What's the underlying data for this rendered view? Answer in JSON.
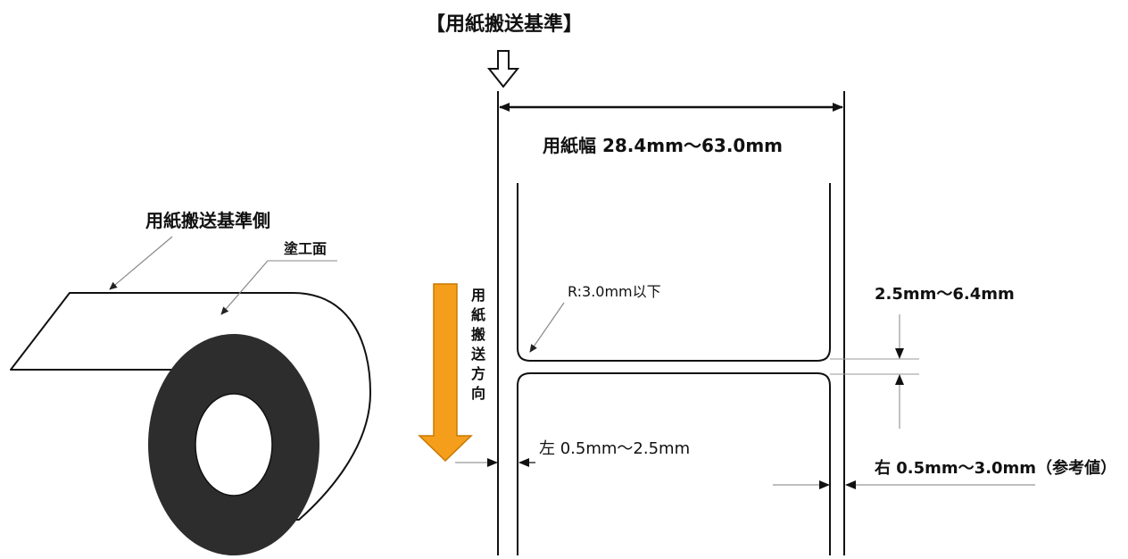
{
  "header": {
    "title": "【用紙搬送基準】"
  },
  "labels": {
    "paper_width": "用紙幅  28.4mm～63.0mm",
    "feed_reference_side": "用紙搬送基準側",
    "coated_surface": "塗工面",
    "corner_radius": "R:3.0mm以下",
    "gap": "2.5mm～6.4mm",
    "left_margin": "左  0.5mm～2.5mm",
    "right_margin": "右  0.5mm～3.0mm（参考値）",
    "feed_direction_chars": [
      "用",
      "紙",
      "搬",
      "送",
      "方",
      "向"
    ]
  },
  "colors": {
    "feed_arrow": "#f59e1b",
    "feed_arrow_outline": "#c97800",
    "roll_core": "#2d2d2d"
  }
}
